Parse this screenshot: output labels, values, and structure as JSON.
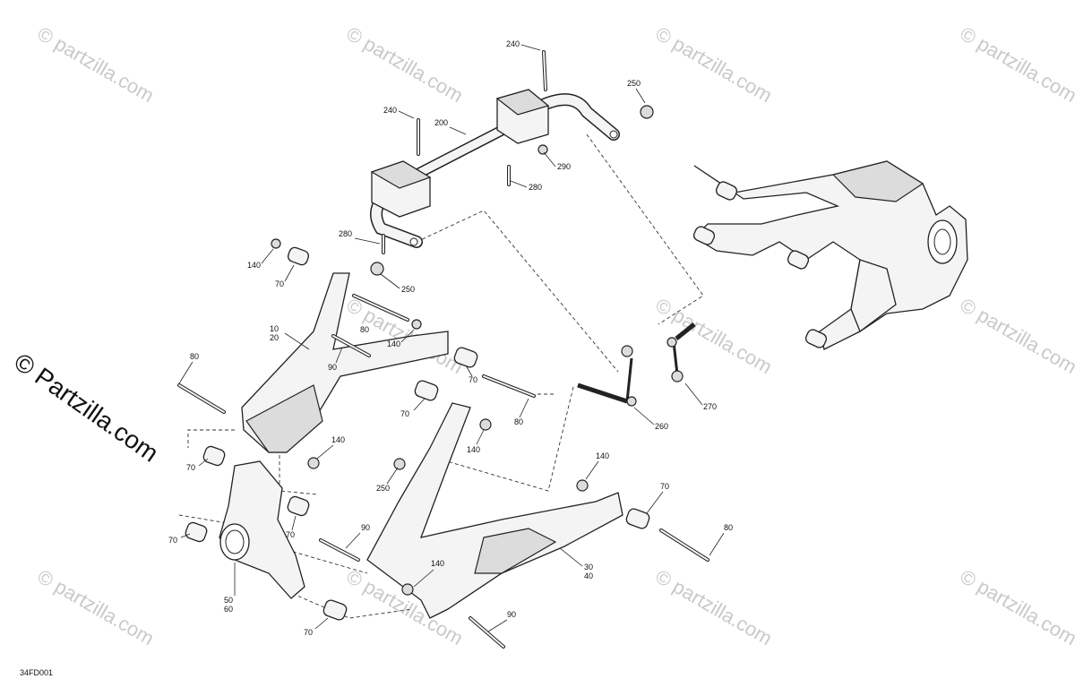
{
  "watermark": {
    "text": "© Partzilla.com",
    "small_text": "© partzilla.com"
  },
  "diagram": {
    "code": "34FD001",
    "callouts": {
      "c240a": "240",
      "c250a": "250",
      "c240b": "240",
      "c200": "200",
      "c290": "290",
      "c280a": "280",
      "c280b": "280",
      "c250b": "250",
      "c140a": "140",
      "c70a": "70",
      "c10_20": "10\n20",
      "c80a": "80",
      "c140b": "140",
      "c90a": "90",
      "c80b": "80",
      "c70b": "70",
      "c70c": "70",
      "c80c": "80",
      "c140c": "140",
      "c250c": "250",
      "c140d": "140",
      "c70d": "70",
      "c70e": "70",
      "c70f": "70",
      "c90b": "90",
      "c140e": "140",
      "c70g": "70",
      "c80d": "80",
      "c30_40": "30\n40",
      "c50_60": "50\n60",
      "c70h": "70",
      "c90c": "90",
      "c260": "260",
      "c270": "270",
      "c140f": "140"
    }
  }
}
